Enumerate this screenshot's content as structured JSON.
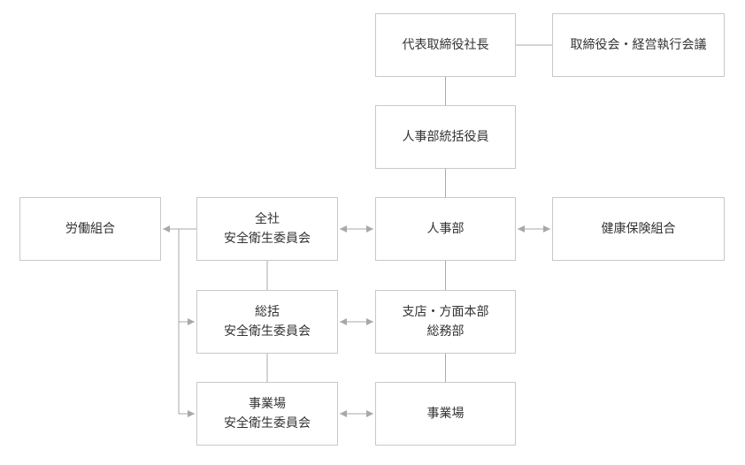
{
  "boxes": {
    "president": {
      "lines": [
        "代表取締役社長"
      ]
    },
    "board": {
      "lines": [
        "取締役会・経営執行会議"
      ]
    },
    "hr_officer": {
      "lines": [
        "人事部統括役員"
      ]
    },
    "union": {
      "lines": [
        "労働組合"
      ]
    },
    "company_committee": {
      "lines": [
        "全社",
        "安全衛生委員会"
      ]
    },
    "hr": {
      "lines": [
        "人事部"
      ]
    },
    "health_insurance": {
      "lines": [
        "健康保険組合"
      ]
    },
    "general_committee": {
      "lines": [
        "総括",
        "安全衛生委員会"
      ]
    },
    "branch_admin": {
      "lines": [
        "支店・方面本部",
        "総務部"
      ]
    },
    "site_committee": {
      "lines": [
        "事業場",
        "安全衛生委員会"
      ]
    },
    "site": {
      "lines": [
        "事業場"
      ]
    }
  },
  "connectors": [
    {
      "from": "president",
      "to": "board",
      "type": "line"
    },
    {
      "from": "president",
      "to": "hr_officer",
      "type": "line"
    },
    {
      "from": "hr_officer",
      "to": "hr",
      "type": "line"
    },
    {
      "from": "hr",
      "to": "branch_admin",
      "type": "line"
    },
    {
      "from": "branch_admin",
      "to": "site",
      "type": "line"
    },
    {
      "from": "company_committee",
      "to": "general_committee",
      "type": "line"
    },
    {
      "from": "general_committee",
      "to": "site_committee",
      "type": "line"
    },
    {
      "from": "company_committee",
      "to": "hr",
      "type": "bidirectional"
    },
    {
      "from": "hr",
      "to": "health_insurance",
      "type": "bidirectional"
    },
    {
      "from": "general_committee",
      "to": "branch_admin",
      "type": "bidirectional"
    },
    {
      "from": "site_committee",
      "to": "site",
      "type": "bidirectional"
    },
    {
      "from": "company_committee",
      "to": "union",
      "type": "arrow"
    },
    {
      "from": "union",
      "to": "general_committee",
      "type": "arrow"
    },
    {
      "from": "union",
      "to": "site_committee",
      "type": "arrow"
    }
  ],
  "colors": {
    "border": "#c8c8c8",
    "line": "#a8a8a8",
    "text": "#333333"
  }
}
